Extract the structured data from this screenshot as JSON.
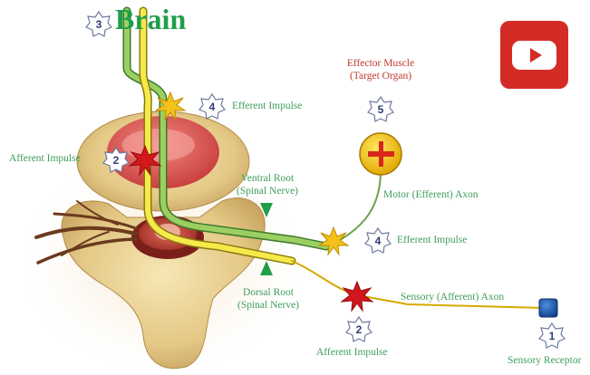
{
  "title": "Brain",
  "labels": {
    "efferent_impulse_top": "Efferent Impulse",
    "afferent_impulse_left": "Afferent  Impulse",
    "effector_line1": "Effector Muscle",
    "effector_line2": "(Target Organ)",
    "ventral_line1": "Ventral Root",
    "ventral_line2": "(Spinal Nerve)",
    "motor_axon": "Motor (Efferent) Axon",
    "efferent_impulse_right": "Efferent Impulse",
    "dorsal_line1": "Dorsal Root",
    "dorsal_line2": "(Spinal Nerve)",
    "sensory_axon": "Sensory (Afferent) Axon",
    "afferent_impulse_bottom": "Afferent  Impulse",
    "sensory_receptor": "Sensory Receptor"
  },
  "steps": {
    "s1": "1",
    "s2_left": "2",
    "s2_bottom": "2",
    "s3": "3",
    "s4_top": "4",
    "s4_right": "4",
    "s5": "5"
  },
  "effector_symbol": "+",
  "icons": [
    "youtube-icon",
    "plus-icon",
    "arrow-down-icon",
    "arrow-up-icon",
    "impulse-burst-icon"
  ],
  "colors": {
    "label_green": "#3f9e5c",
    "label_red": "#c0392b",
    "title_green": "#1f9e4a",
    "youtube_red": "#d52b27",
    "efferent_nerve": "#8fc45a",
    "afferent_nerve": "#f2e53a"
  }
}
